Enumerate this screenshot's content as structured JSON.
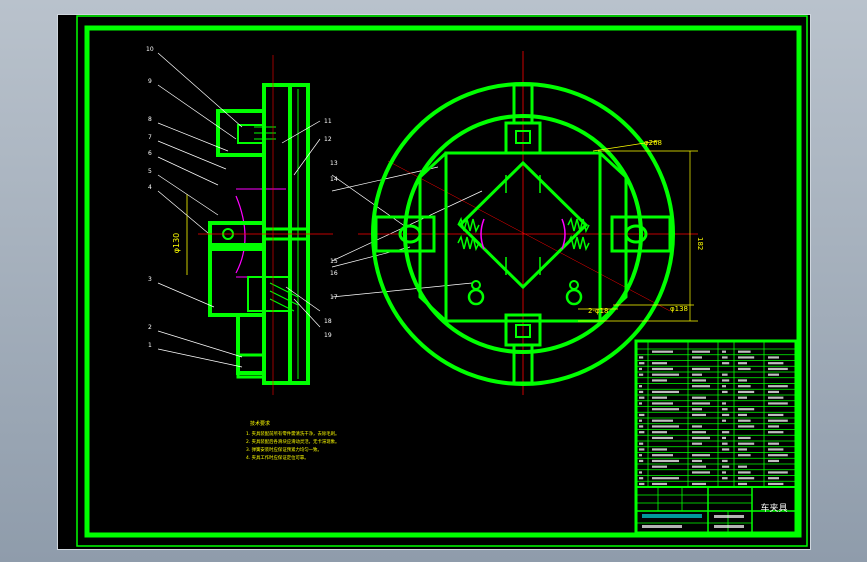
{
  "colors": {
    "frame": "#00ff00",
    "part": "#00ff00",
    "center_line": "#ff0000",
    "leader": "#ffffff",
    "dimension": "#ffff00",
    "section": "#ff00ff",
    "paper": "#000000"
  },
  "left_view": {
    "callouts": [
      "10",
      "9",
      "8",
      "7",
      "6",
      "5",
      "4",
      "3",
      "2",
      "1",
      "11",
      "12",
      "13",
      "14",
      "15",
      "16",
      "17",
      "18",
      "19"
    ],
    "dim_bore": "φ130"
  },
  "front_view": {
    "dim_outer": "φ268",
    "dim_height": "182",
    "dim_inner": "φ138",
    "dim_hole": "2-φ18"
  },
  "tech_notes": {
    "title": "技术要求",
    "lines": [
      "1. 夹具装配前所有零件需清洗干净，去除毛刺。",
      "2. 夹具装配后各滑块应滑动灵活，无卡滞现象。",
      "3. 弹簧安装时应保证预紧力均匀一致。",
      "4. 夹具工作时应保证定位可靠。"
    ]
  },
  "title_block": {
    "part_name": "车夹具"
  }
}
